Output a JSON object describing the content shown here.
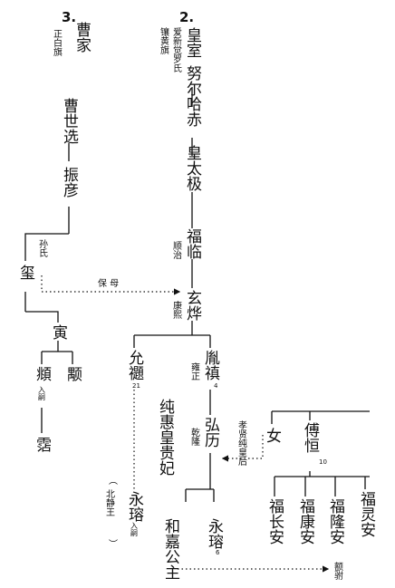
{
  "diagram": {
    "cao": {
      "number": "3.",
      "family": "曹家",
      "banner": "正白旗",
      "shixuan": "曹世选",
      "zhenyan": "振彦",
      "xi": "玺",
      "sunshi": "孙氏",
      "yin": "寅",
      "yong": "颙",
      "fu": "頫",
      "ruji": "入嗣",
      "zhan": "霑"
    },
    "imperial": {
      "number": "2.",
      "family": "皇室",
      "clan": "爱新觉罗氏",
      "banner": "镶黄旗",
      "nurhaci": "努尔哈赤",
      "hongtaiji": "皇太极",
      "fulin": "福临",
      "shunzhi": "顺治",
      "xuanye": "玄烨",
      "kangxi": "康熙",
      "yunti": "允禵",
      "yunti_sub": "21",
      "yinzhen": "胤禛",
      "yinzhen_sub": "4",
      "yongzheng": "雍正",
      "chunhui": "纯惠皇贵妃",
      "hongli": "弘历",
      "qianlong": "乾隆",
      "xiaoxian": "孝贤纯皇后",
      "yonghuan": "永瑢",
      "yonghuan_note": "北静王",
      "ruji": "入嗣",
      "hejia": "和嘉公主",
      "yongrong": "永瑢",
      "yongrong_sub": "6"
    },
    "fuca": {
      "nv": "女",
      "fuheng": "傅恒",
      "fuheng_sub": "10",
      "fulingan": "福灵安",
      "fulongan": "福隆安",
      "fukangan": "福康安",
      "fuchangan": "福长安"
    },
    "relations": {
      "baomu": "保 母",
      "efu": "额驸"
    }
  }
}
